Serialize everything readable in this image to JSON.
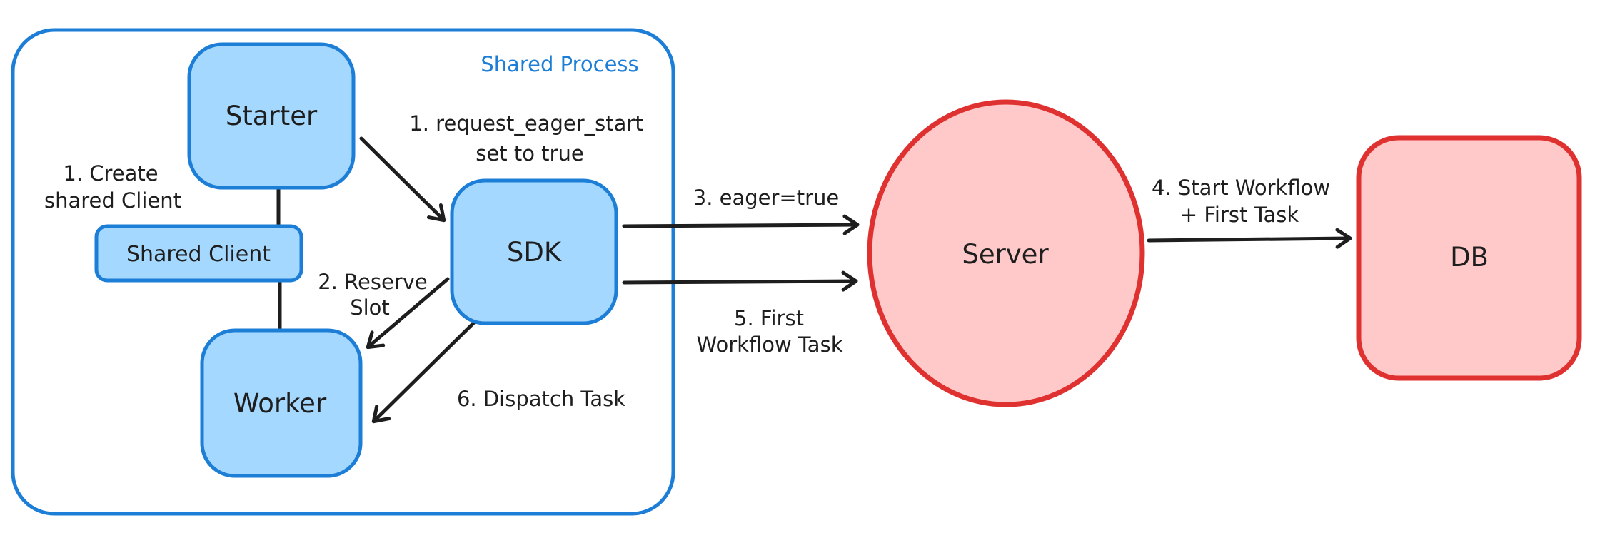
{
  "diagram": {
    "frame": {
      "label": "Shared Process"
    },
    "nodes": {
      "starter": {
        "label": "Starter"
      },
      "shared_client": {
        "label": "Shared Client"
      },
      "worker": {
        "label": "Worker"
      },
      "sdk": {
        "label": "SDK"
      },
      "server": {
        "label": "Server"
      },
      "db": {
        "label": "DB"
      }
    },
    "annotations": {
      "create_shared_client": {
        "line1": "1. Create",
        "line2": "shared Client"
      },
      "request_eager_start": {
        "line1": "1. request_eager_start",
        "line2": "set to true"
      },
      "reserve_slot": {
        "line1": "2. Reserve",
        "line2": "Slot"
      },
      "eager_true": {
        "line1": "3. eager=true"
      },
      "start_workflow": {
        "line1": "4. Start Workflow",
        "line2": "+ First Task"
      },
      "first_workflow_task": {
        "line1": "5. First",
        "line2": "Workflow Task"
      },
      "dispatch_task": {
        "line1": "6. Dispatch Task"
      }
    },
    "colors": {
      "blue_stroke": "#1c7ed6",
      "blue_fill": "#a5d8ff",
      "red_stroke": "#e03131",
      "red_fill": "#ffc9c9",
      "ink": "#1e1e1e",
      "bg": "#ffffff"
    }
  }
}
